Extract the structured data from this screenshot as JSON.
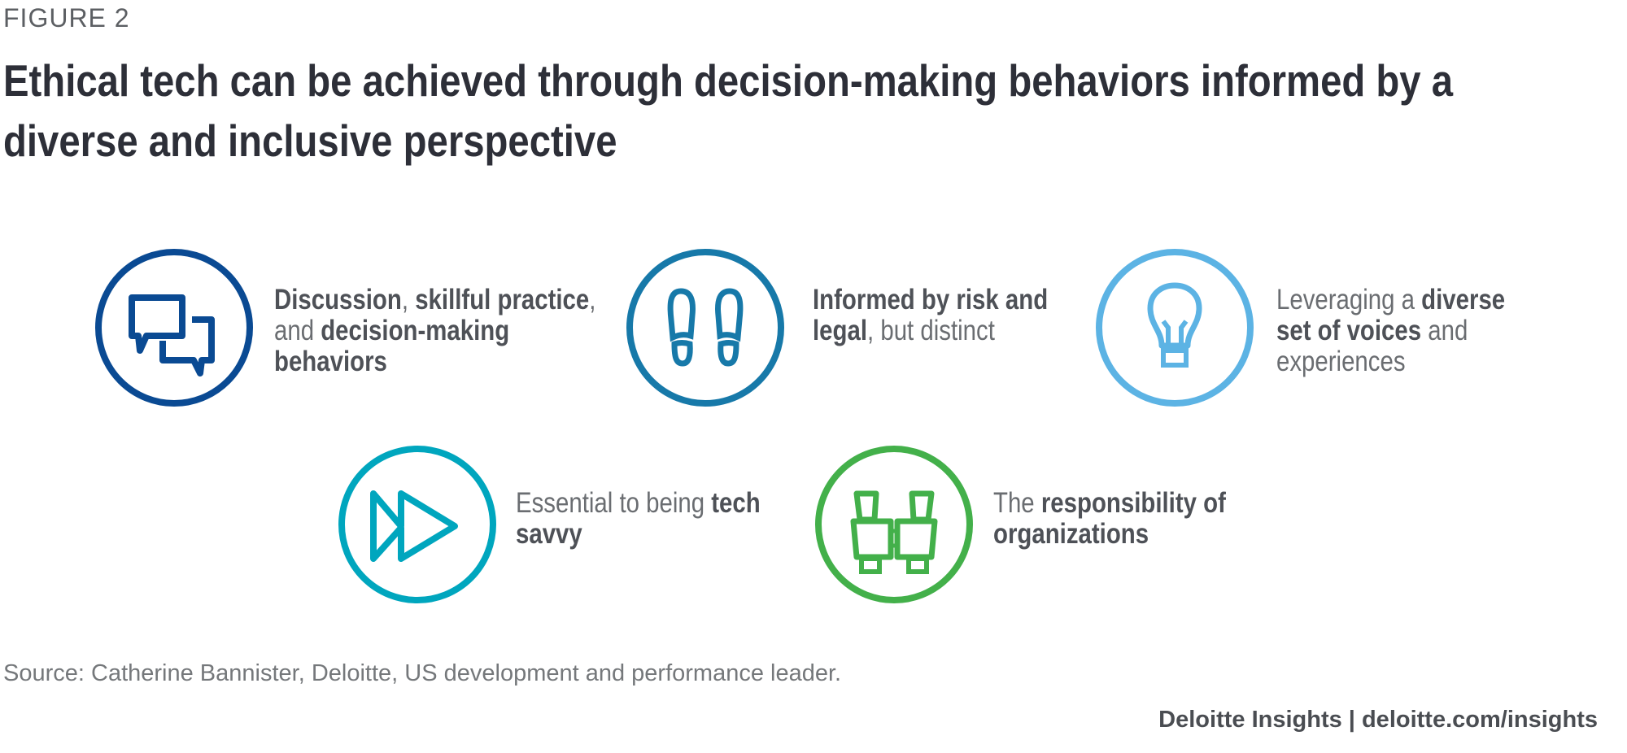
{
  "figure_label": "FIGURE 2",
  "title_lines": [
    "Ethical tech can be achieved through decision-making behaviors informed by a",
    "diverse and inclusive perspective"
  ],
  "items": [
    {
      "icon": "chat-bubbles-icon",
      "color": "#0a4a93",
      "lines": [
        [
          {
            "t": "Discussion",
            "b": true
          },
          {
            "t": ", ",
            "b": false
          },
          {
            "t": "skillful practice",
            "b": true
          },
          {
            "t": ",",
            "b": false
          }
        ],
        [
          {
            "t": "and ",
            "b": false
          },
          {
            "t": "decision-making",
            "b": true
          }
        ],
        [
          {
            "t": "behaviors",
            "b": true
          }
        ]
      ]
    },
    {
      "icon": "footprints-icon",
      "color": "#1779a9",
      "lines": [
        [
          {
            "t": "Informed by risk and",
            "b": true
          }
        ],
        [
          {
            "t": "legal",
            "b": true
          },
          {
            "t": ", but distinct",
            "b": false
          }
        ]
      ]
    },
    {
      "icon": "lightbulb-icon",
      "color": "#5cb3e4",
      "lines": [
        [
          {
            "t": "Leveraging a ",
            "b": false
          },
          {
            "t": "diverse",
            "b": true
          }
        ],
        [
          {
            "t": "set of voices",
            "b": true
          },
          {
            "t": " and",
            "b": false
          }
        ],
        [
          {
            "t": "experiences",
            "b": false
          }
        ]
      ]
    },
    {
      "icon": "fast-forward-icon",
      "color": "#00a6be",
      "lines": [
        [
          {
            "t": "Essential to being ",
            "b": false
          },
          {
            "t": "tech",
            "b": true
          }
        ],
        [
          {
            "t": "savvy",
            "b": true
          }
        ]
      ]
    },
    {
      "icon": "binoculars-icon",
      "color": "#43b04a",
      "lines": [
        [
          {
            "t": "The ",
            "b": false
          },
          {
            "t": "responsibility of",
            "b": true
          }
        ],
        [
          {
            "t": "organizations",
            "b": true
          }
        ]
      ]
    }
  ],
  "source": "Source: Catherine Bannister, Deloitte, US development and performance leader.",
  "footer": "Deloitte Insights | deloitte.com/insights"
}
